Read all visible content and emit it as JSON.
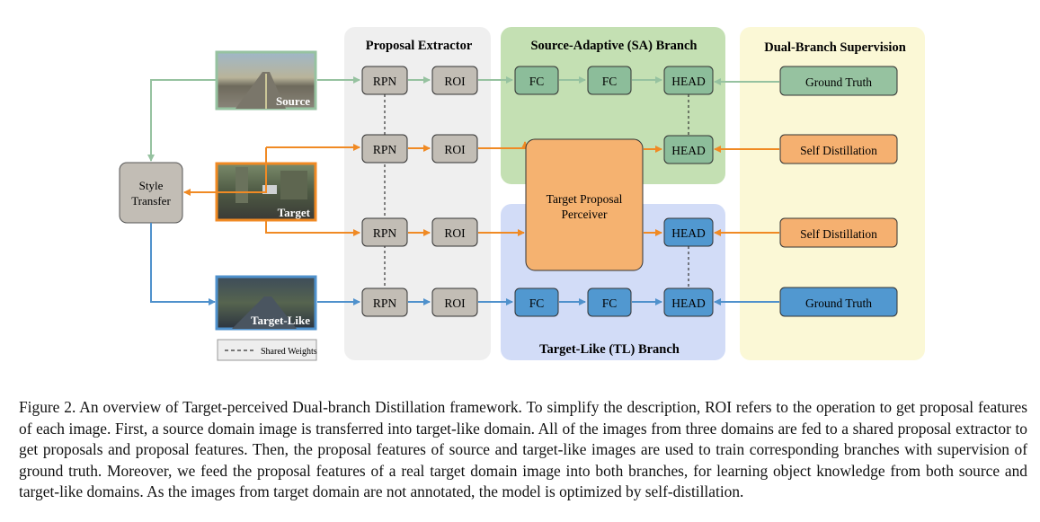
{
  "panels": {
    "proposal_extractor": "Proposal Extractor",
    "sa_branch": "Source-Adaptive (SA)  Branch",
    "tl_branch": "Target-Like (TL)  Branch",
    "supervision": "Dual-Branch Supervision"
  },
  "images": {
    "source": "Source",
    "target": "Target",
    "target_like": "Target-Like"
  },
  "style_transfer": [
    "Style",
    "Transfer"
  ],
  "blocks": {
    "rpn": "RPN",
    "roi": "ROI",
    "fc": "FC",
    "head": "HEAD"
  },
  "perceiver": [
    "Target Proposal",
    "Perceiver"
  ],
  "supervision_boxes": {
    "ground_truth": "Ground Truth",
    "self_distillation": "Self Distillation"
  },
  "legend": {
    "shared_weights": "Shared Weights"
  },
  "colors": {
    "source_green": "#96c2a0",
    "target_orange": "#f08a24",
    "target_like_blue": "#4f91cc",
    "sa_panel": "#c4e0b3",
    "tl_panel": "#d2dcf7",
    "extractor_panel": "#efefef",
    "supervision_panel": "#fbf8d6",
    "grey_block": "#c2bdb5",
    "green_block": "#8cbd9a",
    "blue_block": "#5198d0",
    "orange_box": "#f5b070",
    "orange_perceiver": "#f5b270"
  },
  "caption": "Figure 2. An overview of Target-perceived Dual-branch Distillation framework. To simplify the description, ROI refers to the operation to get proposal features of each image. First, a source domain image is transferred into target-like domain. All of the images from three domains are fed to a shared proposal extractor to get proposals and proposal features. Then, the proposal features of source and target-like images are used to train corresponding branches with supervision of ground truth. Moreover, we feed the proposal features of a real target domain image into both branches, for learning object knowledge from both source and target-like domains. As the images from target domain are not annotated, the model is optimized by self-distillation."
}
